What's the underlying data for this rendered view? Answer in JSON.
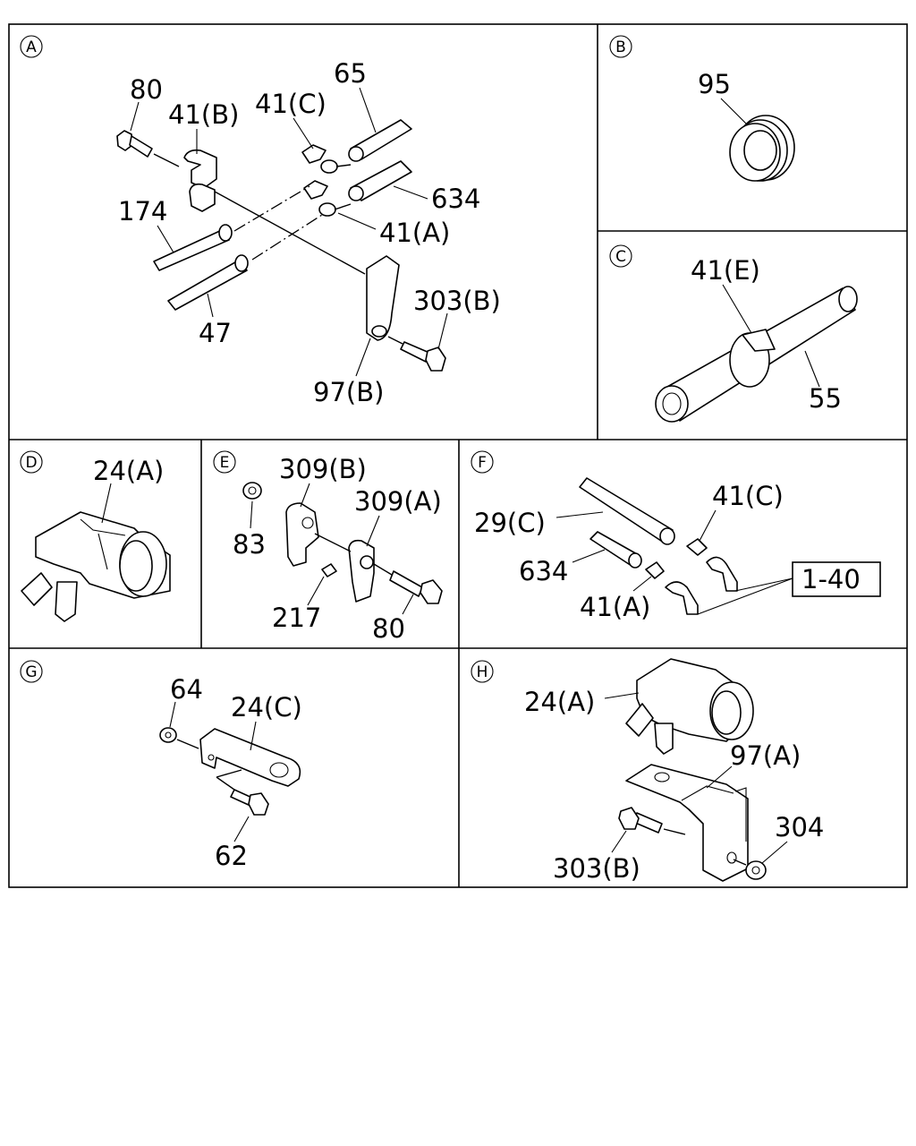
{
  "sections": [
    {
      "id": "A",
      "labels": [
        "80",
        "41(B)",
        "41(C)",
        "65",
        "634",
        "174",
        "41(A)",
        "303(B)",
        "47",
        "97(B)"
      ]
    },
    {
      "id": "B",
      "labels": [
        "95"
      ]
    },
    {
      "id": "C",
      "labels": [
        "41(E)",
        "55"
      ]
    },
    {
      "id": "D",
      "labels": [
        "24(A)"
      ]
    },
    {
      "id": "E",
      "labels": [
        "309(B)",
        "309(A)",
        "83",
        "217",
        "80"
      ]
    },
    {
      "id": "F",
      "labels": [
        "41(C)",
        "29(C)",
        "634",
        "1-40",
        "41(A)"
      ]
    },
    {
      "id": "G",
      "labels": [
        "64",
        "24(C)",
        "62"
      ]
    },
    {
      "id": "H",
      "labels": [
        "24(A)",
        "97(A)",
        "304",
        "303(B)"
      ]
    }
  ]
}
